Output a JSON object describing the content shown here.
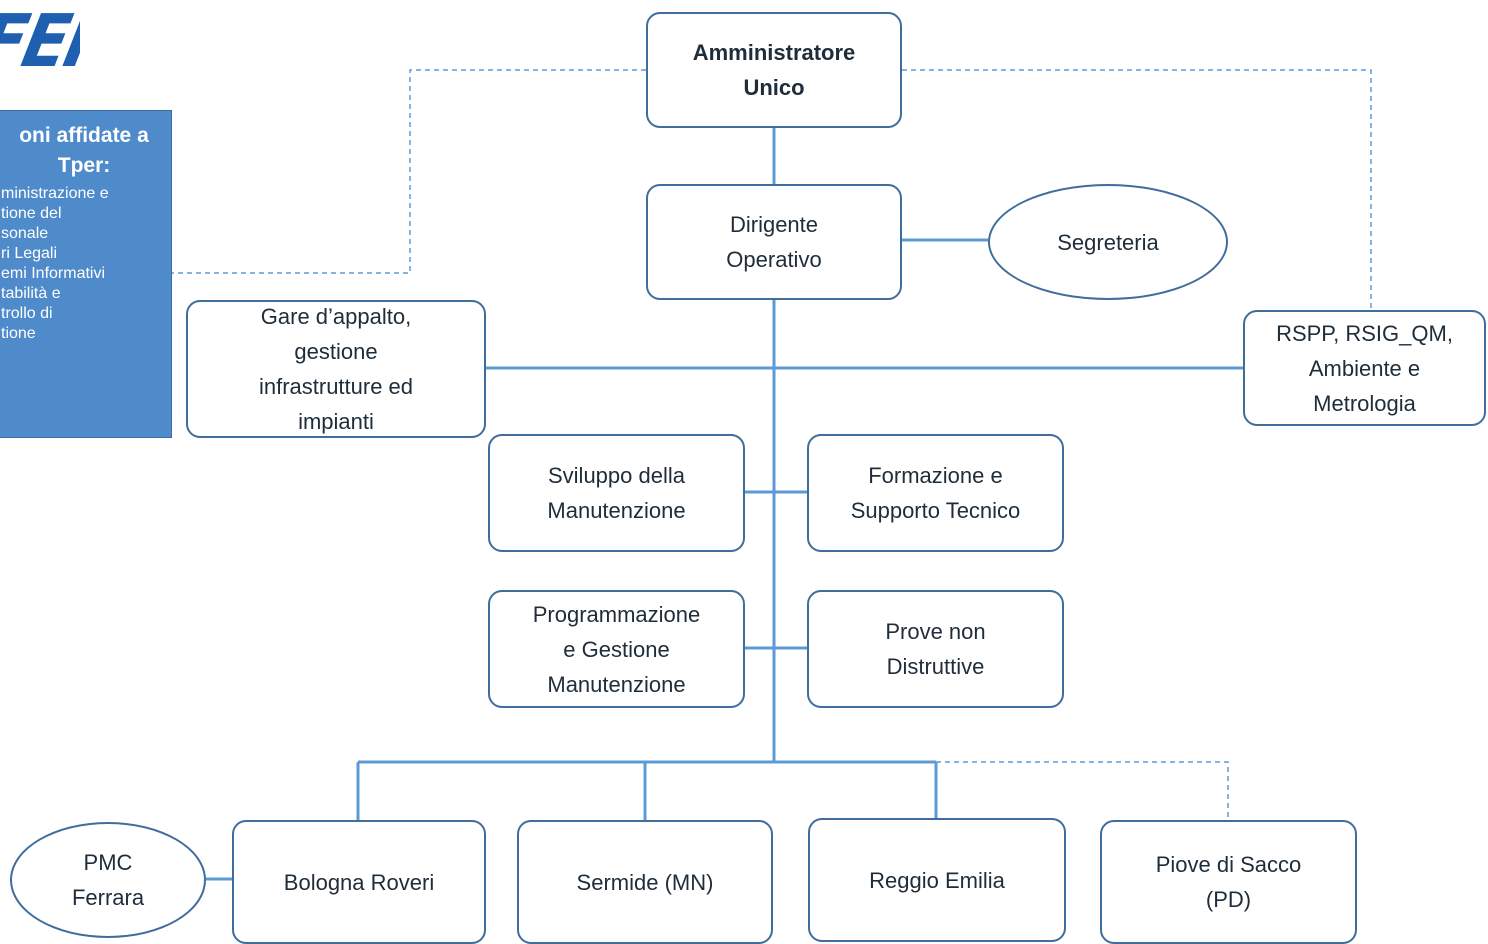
{
  "logo_text": "FER",
  "sidebar": {
    "title": "oni affidate a\nTper:",
    "items": [
      "ministrazione e",
      "tione del",
      "sonale",
      "ri Legali",
      "emi Informativi",
      "tabilità e",
      "trollo di",
      "tione"
    ]
  },
  "org": {
    "amministratore_unico": "Amministratore\nUnico",
    "dirigente_operativo": "Dirigente\nOperativo",
    "segreteria": "Segreteria",
    "gare_appalto": "Gare d’appalto,\ngestione\ninfrastrutture ed\nimpianti",
    "rspp": "RSPP, RSIG_QM,\nAmbiente e\nMetrologia",
    "sviluppo_manutenzione": "Sviluppo della\nManutenzione",
    "formazione_supporto": "Formazione e\nSupporto Tecnico",
    "programmazione_gestione": "Programmazione\ne Gestione\nManutenzione",
    "prove_non_distruttive": "Prove non\nDistruttive",
    "pmc_ferrara": "PMC\nFerrara",
    "bologna_roveri": "Bologna Roveri",
    "sermide": "Sermide (MN)",
    "reggio_emilia": "Reggio Emilia",
    "piove_di_sacco": "Piove di Sacco\n(PD)"
  },
  "colors": {
    "line": "#5b9bd5",
    "box_border": "#3f6e9c",
    "sidebar_fill": "#4f8bcb",
    "logo": "#1f5fb0"
  }
}
